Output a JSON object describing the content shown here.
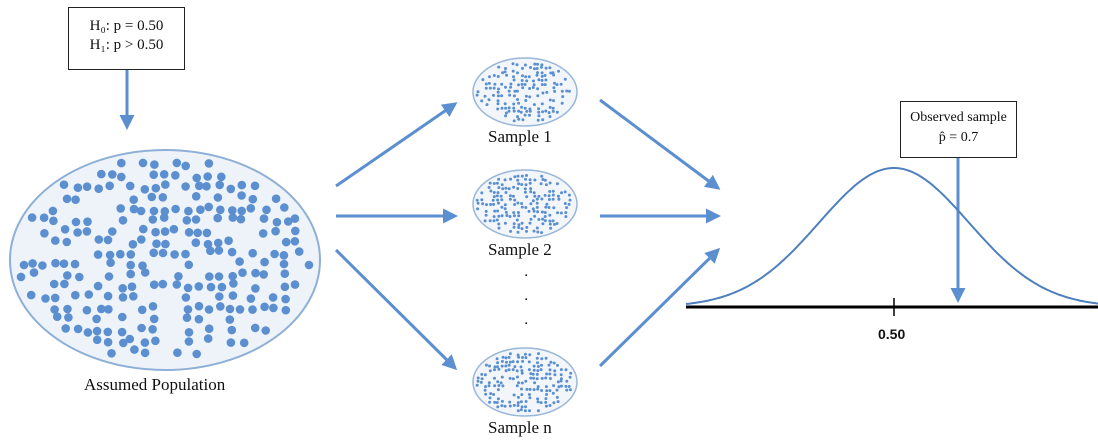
{
  "hypothesis_box": {
    "h0": "H₀: p = 0.50",
    "h1": "H₁: p > 0.50"
  },
  "population": {
    "label": "Assumed Population",
    "dot_color": "#5b8fd0",
    "fill_color": "#eef3fa"
  },
  "samples": [
    {
      "label": "Sample 1"
    },
    {
      "label": "Sample 2"
    },
    {
      "label": "Sample n"
    }
  ],
  "ellipsis_dots": [
    ".",
    ".",
    "."
  ],
  "observed_box": {
    "line1": "Observed sample",
    "line2": "p̂ = 0.7"
  },
  "distribution": {
    "tick_label": "0.50",
    "curve_color": "#4f80bd"
  },
  "arrow_color": "#5b8fd0"
}
